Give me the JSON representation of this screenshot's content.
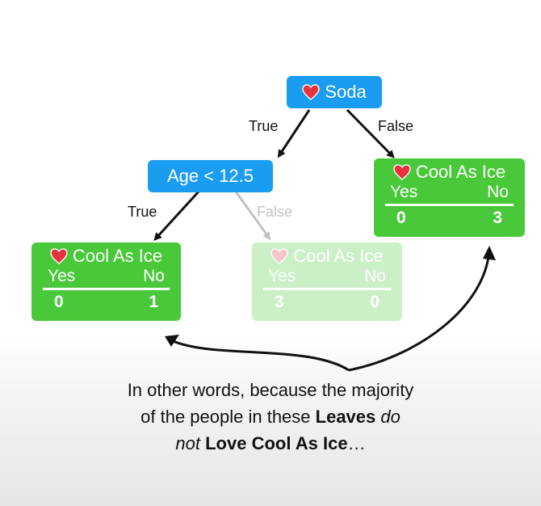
{
  "tree": {
    "root": {
      "label": "Soda"
    },
    "root_true_label": "True",
    "root_false_label": "False",
    "age_node": {
      "label": "Age < 12.5"
    },
    "age_true_label": "True",
    "age_false_label": "False",
    "leaves": {
      "left": {
        "title": "Cool As Ice",
        "yes_label": "Yes",
        "no_label": "No",
        "yes_count": "0",
        "no_count": "1",
        "faded": false
      },
      "middle": {
        "title": "Cool As Ice",
        "yes_label": "Yes",
        "no_label": "No",
        "yes_count": "3",
        "no_count": "0",
        "faded": true
      },
      "right": {
        "title": "Cool As Ice",
        "yes_label": "Yes",
        "no_label": "No",
        "yes_count": "0",
        "no_count": "3",
        "faded": false
      }
    }
  },
  "caption": {
    "line1": "In other words, because the majority",
    "line2_a": "of the people in these ",
    "line2_bold": "Leaves",
    "line2_italic": " do",
    "line3_italic": "not",
    "line3_bold": " Love Cool As Ice",
    "line3_end": "…"
  },
  "colors": {
    "node_blue": "#1a9cf0",
    "leaf_green": "#49c93a",
    "heart_red": "#e8323c",
    "arrow": "#111111",
    "faded_arrow": "#c2c2c2"
  },
  "icons": {
    "heart": "heart-icon"
  }
}
